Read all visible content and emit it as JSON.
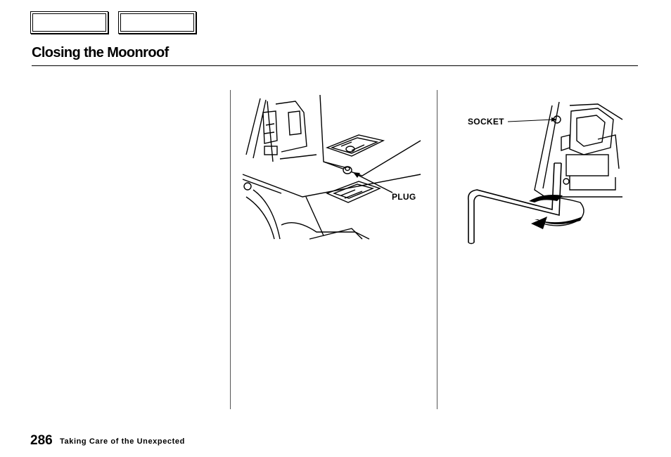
{
  "page": {
    "title": "Closing the Moonroof",
    "page_number": "286",
    "section_name": "Taking Care of the Unexpected"
  },
  "figures": {
    "plug_label": "PLUG",
    "socket_label": "SOCKET"
  },
  "nav": {
    "tabs": [
      "",
      ""
    ]
  }
}
